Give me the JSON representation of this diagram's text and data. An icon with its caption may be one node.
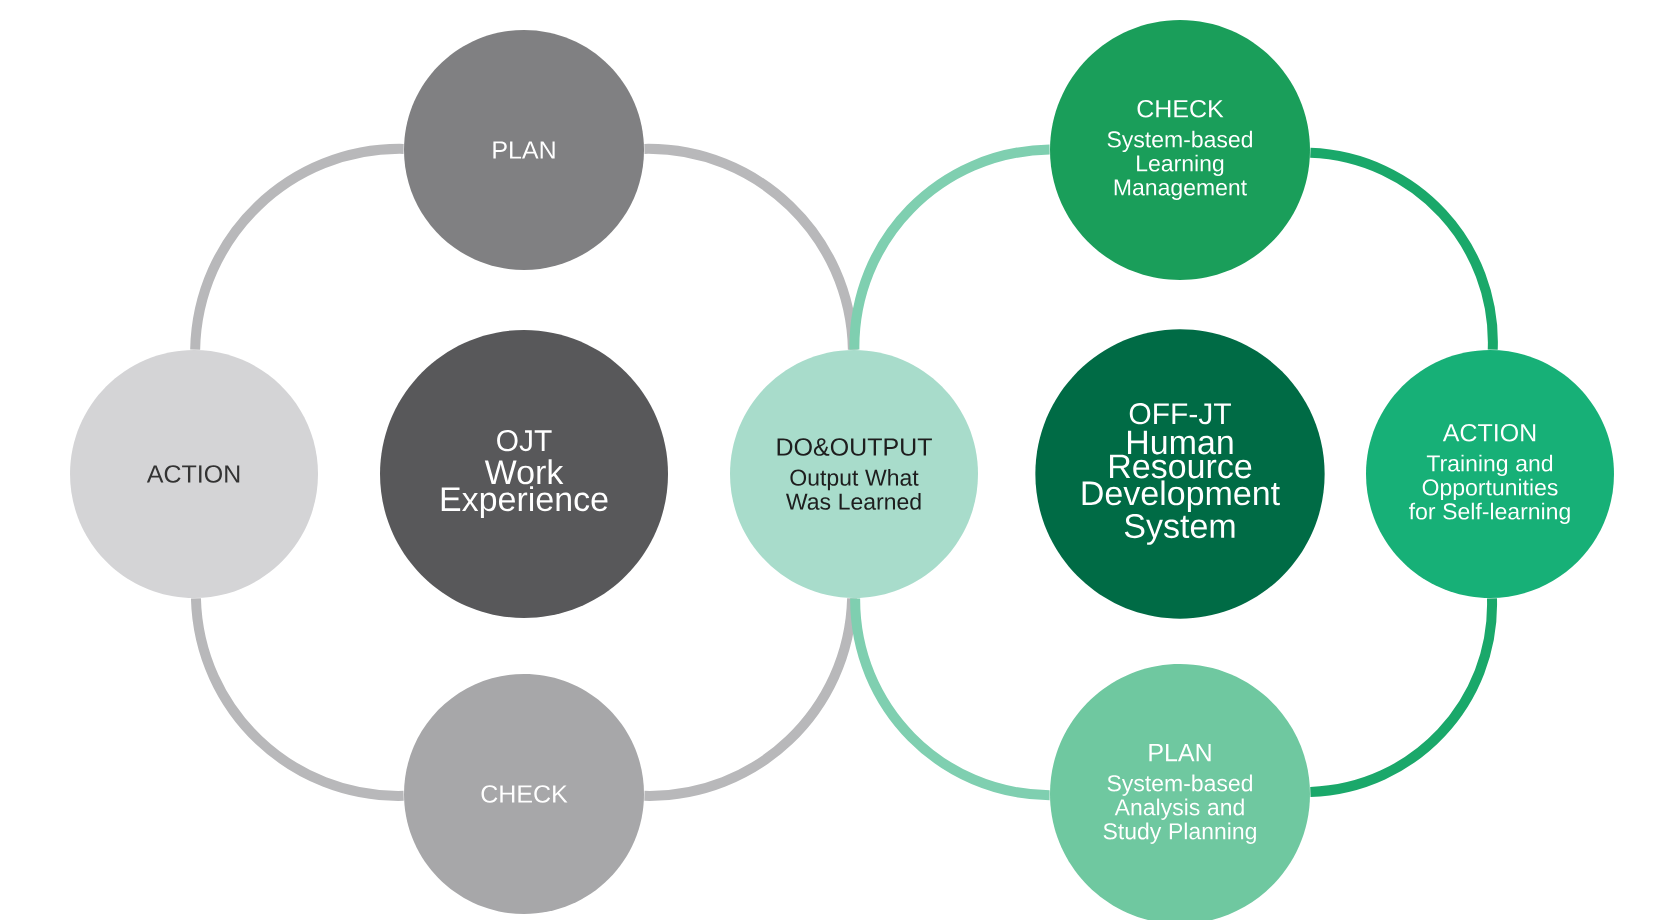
{
  "diagram": {
    "nodes": [
      {
        "text": [
          "PLAN"
        ]
      },
      {
        "text": [
          "ACTION"
        ]
      },
      {
        "text": [
          "OJT",
          "Work Experience"
        ]
      },
      {
        "text": [
          "CHECK"
        ]
      },
      {
        "text": [
          "DO&OUTPUT",
          "Output What Was Learned"
        ]
      },
      {
        "text": [
          "CHECK",
          "System-based Learning Management"
        ]
      },
      {
        "text": [
          "OFF-JT",
          "Human Resource Development System"
        ]
      },
      {
        "text": [
          "ACTION",
          "Training and Opportunities for Self-learning"
        ]
      },
      {
        "text": [
          "PLAN",
          "System-based Analysis and Study Planning"
        ]
      }
    ],
    "edges": [
      {
        "from": 0,
        "to": 4,
        "arrow": "none",
        "color": "#b8b8ba"
      },
      {
        "from": 4,
        "to": 3,
        "arrow": "none",
        "color": "#b8b8ba"
      },
      {
        "from": 3,
        "to": 1,
        "arrow": "none",
        "color": "#b8b8ba"
      },
      {
        "from": 1,
        "to": 0,
        "arrow": "none",
        "color": "#b8b8ba"
      },
      {
        "from": 4,
        "to": 5,
        "arrow": "none",
        "color": "#7fcfb0"
      },
      {
        "from": 5,
        "to": 7,
        "arrow": "none",
        "color": "#1aa86a"
      },
      {
        "from": 7,
        "to": 8,
        "arrow": "none",
        "color": "#1aa86a"
      },
      {
        "from": 8,
        "to": 4,
        "arrow": "none",
        "color": "#7fcfb0"
      }
    ]
  }
}
